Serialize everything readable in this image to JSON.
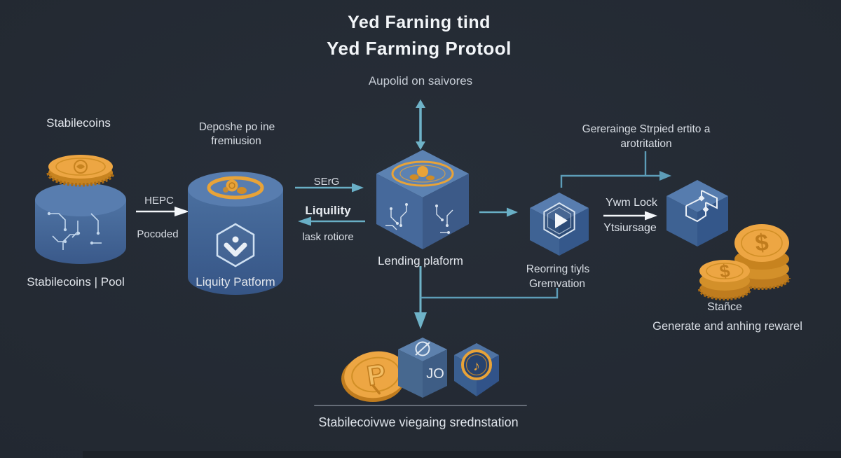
{
  "colors": {
    "background": "#232932",
    "node_blue": "#4a6e9e",
    "node_blue_light": "#5d82b2",
    "node_blue_dark": "#3a5a88",
    "coin_gold": "#eda643",
    "coin_gold_dark": "#c7831f",
    "gold_ring": "#e8a338",
    "arrow_teal": "#6fb3c8",
    "arrow_white": "#f4f7fa",
    "text_light": "#dde2e9",
    "circuit_line": "#cfe2f5"
  },
  "title": {
    "line1": "Yed Farning tind",
    "line2": "Yed Farming Protool",
    "subtitle": "Aupolid on saivores"
  },
  "stablecoins": {
    "label_top": "Stabilecoins",
    "label_bottom": "Stabilecoins | Pool"
  },
  "hepc_arrow": {
    "label_top": "HEPC",
    "label_bottom": "Pocoded"
  },
  "liquidity": {
    "caption_line1": "Deposhe po ine",
    "caption_line2": "fremiusion",
    "label_bottom": "Liquity Patform"
  },
  "exchange_arrows": {
    "label_top": "SErG",
    "label_mid": "Liquility",
    "label_bottom": "lask rotiore"
  },
  "lending": {
    "label": "Lending plaform"
  },
  "strategy_note": {
    "line1": "Gererainge Strpied ertito a",
    "line2": "arotritation"
  },
  "rewards_hex": {
    "label_line1": "Reorring tiyls",
    "label_line2": "Gremvation"
  },
  "ywm_arrow": {
    "label_top": "Ywm Lock",
    "label_bottom": "Ytsiursage"
  },
  "reward_coins": {
    "label_top": "Stañce",
    "label_bottom": "Generate and anhing rewarel",
    "symbol": "$"
  },
  "bottom_row": {
    "cube_text": "JO",
    "coin_symbol": "P",
    "note_symbol": "♪",
    "caption": "Stabilecoivwe viegaing srednstation"
  }
}
